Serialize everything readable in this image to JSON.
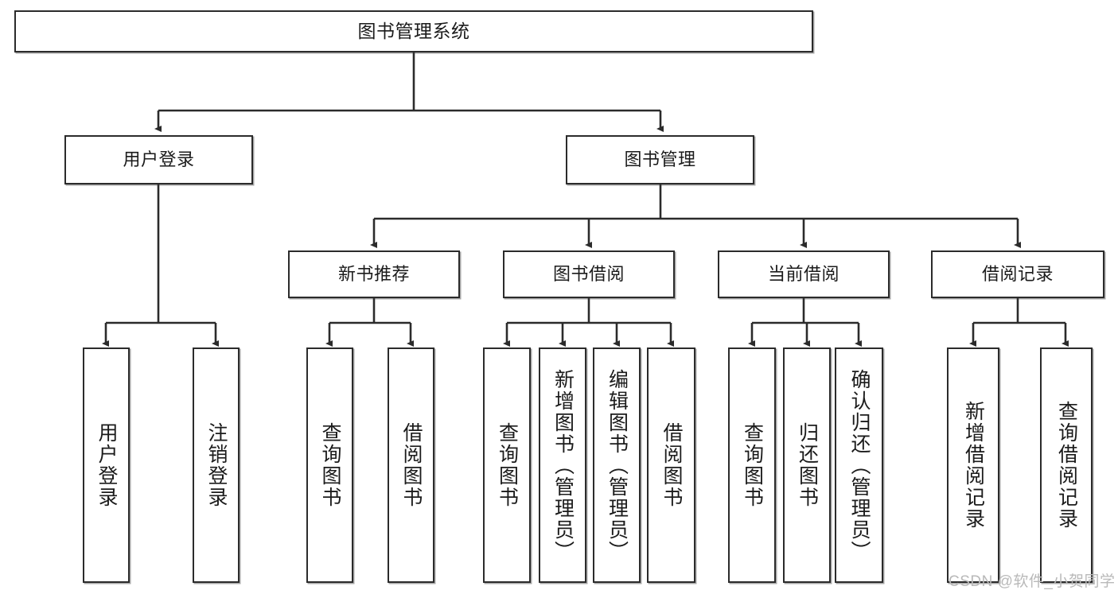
{
  "diagram": {
    "type": "tree",
    "title": "图书管理系统",
    "root": {
      "label": "图书管理系统"
    },
    "level2": [
      {
        "label": "用户登录"
      },
      {
        "label": "图书管理"
      }
    ],
    "level3": [
      {
        "label": "新书推荐"
      },
      {
        "label": "图书借阅"
      },
      {
        "label": "当前借阅"
      },
      {
        "label": "借阅记录"
      }
    ],
    "leaves": {
      "user_login": [
        {
          "label": "用户登录"
        },
        {
          "label": "注销登录"
        }
      ],
      "new_book_recommend": [
        {
          "label": "查询图书"
        },
        {
          "label": "借阅图书"
        }
      ],
      "book_borrow": [
        {
          "label": "查询图书"
        },
        {
          "label": "新增图书（管理员）"
        },
        {
          "label": "编辑图书（管理员）"
        },
        {
          "label": "借阅图书"
        }
      ],
      "current_borrow": [
        {
          "label": "查询图书"
        },
        {
          "label": "归还图书"
        },
        {
          "label": "确认归还（管理员）"
        }
      ],
      "borrow_record": [
        {
          "label": "新增借阅记录"
        },
        {
          "label": "查询借阅记录"
        }
      ]
    }
  },
  "watermark": {
    "text": "CSDN @软件_小贺同学"
  },
  "colors": {
    "stroke": "#2b2b2b",
    "fill": "#ffffff",
    "text": "#1b1b1b",
    "watermark": "#b9b9b9"
  }
}
